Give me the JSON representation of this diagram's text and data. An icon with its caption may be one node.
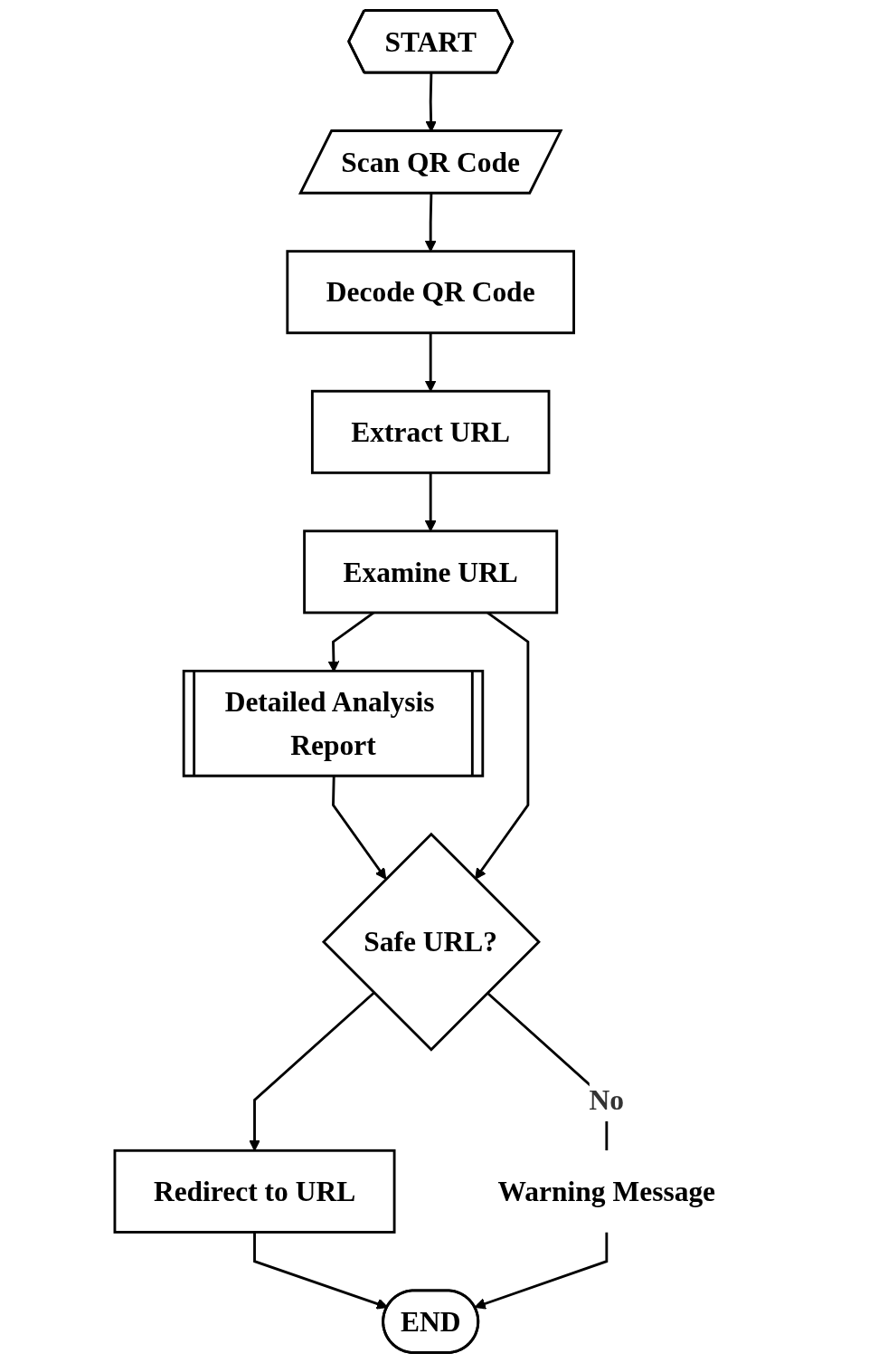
{
  "diagram": {
    "nodes": [
      {
        "text": [
          "START"
        ]
      },
      {
        "text": [
          "Scan QR Code"
        ]
      },
      {
        "text": [
          "Decode QR Code"
        ]
      },
      {
        "text": [
          "Extract URL"
        ]
      },
      {
        "text": [
          "Examine URL"
        ]
      },
      {
        "text": [
          "Detailed Analysis Report"
        ]
      },
      {
        "text": [
          "Safe URL?"
        ]
      },
      {
        "text": [
          "Redirect to URL"
        ]
      },
      {
        "text": [
          "Warning Message"
        ]
      },
      {
        "text": [
          "END"
        ]
      }
    ],
    "edges": [
      {
        "from": 0,
        "to": 1,
        "arrow": "to"
      },
      {
        "from": 1,
        "to": 2,
        "arrow": "to"
      },
      {
        "from": 2,
        "to": 3,
        "arrow": "to"
      },
      {
        "from": 3,
        "to": 4,
        "arrow": "to"
      },
      {
        "from": 4,
        "to": 5,
        "arrow": "to"
      },
      {
        "from": 5,
        "to": 6,
        "arrow": "to"
      },
      {
        "from": 4,
        "to": 6,
        "arrow": "to"
      },
      {
        "from": 6,
        "to": 7,
        "arrow": "to"
      },
      {
        "from": 6,
        "to": 8,
        "arrow": "none",
        "label": "No"
      },
      {
        "from": 7,
        "to": 9,
        "arrow": "to"
      },
      {
        "from": 8,
        "to": 9,
        "arrow": "to"
      }
    ]
  }
}
